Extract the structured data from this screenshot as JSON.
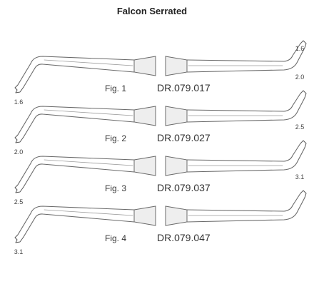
{
  "title": "Falcon Serrated",
  "instruments": [
    {
      "figure": "Fig. 1",
      "code": "DR.079.017",
      "size_left": "1.6",
      "size_right": "1.6"
    },
    {
      "figure": "Fig. 2",
      "code": "DR.079.027",
      "size_left": "2.0",
      "size_right": "2.0"
    },
    {
      "figure": "Fig. 3",
      "code": "DR.079.037",
      "size_left": "2.5",
      "size_right": "2.5"
    },
    {
      "figure": "Fig. 4",
      "code": "DR.079.047",
      "size_left": "3.1",
      "size_right": "3.1"
    }
  ],
  "colors": {
    "outline": "#6a6a6a",
    "handle_fill": "#eeeeee",
    "text": "#333333"
  }
}
